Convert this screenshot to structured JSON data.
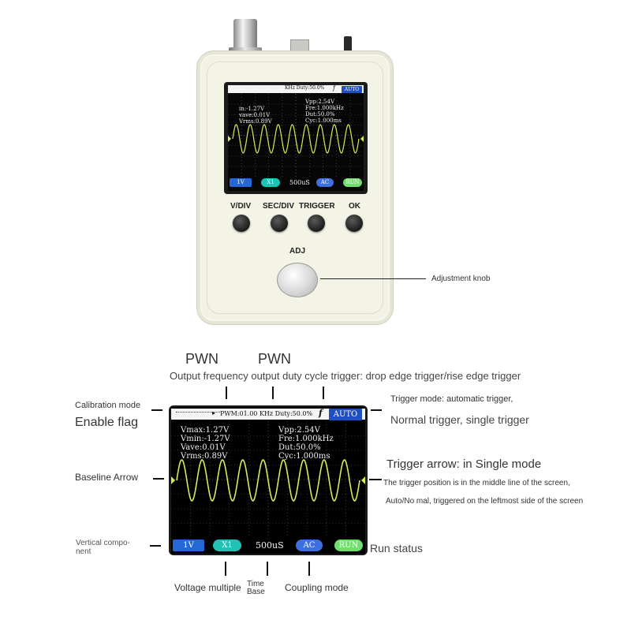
{
  "device": {
    "buttons": [
      {
        "label": "V/DIV",
        "name": "vdiv"
      },
      {
        "label": "SEC/DIV",
        "name": "secdiv"
      },
      {
        "label": "TRIGGER",
        "name": "trigger"
      },
      {
        "label": "OK",
        "name": "ok"
      }
    ],
    "adj_label": "ADJ",
    "knob_annotation": "Adjustment knob"
  },
  "small_screen": {
    "header_freq": "KHz Duty:50.0%",
    "f_mark": "f",
    "auto": "AUTO",
    "left_lines": [
      "in:-1.27V",
      "vave:0.01V",
      "Vrms:0.89V"
    ],
    "right_lines": [
      "Vpp:2.54V",
      "Fre:1.000kHz",
      "Dut:50.0%",
      "Cyc:1.000ms"
    ],
    "bottom": {
      "vdiv": "1V",
      "probe": "X1",
      "time": "500uS",
      "coupling": "AC",
      "run": "RUN"
    }
  },
  "screen": {
    "header": "PWM:01.00 KHz Duty:50.0%",
    "f_mark": "f",
    "auto": "AUTO",
    "left_lines": [
      "Vmax:1.27V",
      "Vmin:-1.27V",
      "Vave:0.01V",
      "Vrms:0.89V"
    ],
    "right_lines": [
      "Vpp:2.54V",
      "Fre:1.000kHz",
      "Dut:50.0%",
      "Cyc:1.000ms"
    ],
    "bottom": {
      "vdiv": "1V",
      "probe": "X1",
      "time": "500uS",
      "coupling": "AC",
      "run": "RUN"
    }
  },
  "labels": {
    "pwn_1": "PWN",
    "pwn_2": "PWN",
    "pwn_desc": "Output frequency output duty cycle trigger: drop edge trigger/rise edge trigger",
    "calibration_mode": "Calibration mode",
    "enable_flag": "Enable flag",
    "trigger_mode_1": "Trigger mode: automatic trigger,",
    "trigger_mode_2": "Normal trigger, single trigger",
    "baseline_arrow": "Baseline Arrow",
    "trigger_arrow": "Trigger arrow: in Single mode",
    "trigger_note_1": "The trigger position is in the middle line of the screen,",
    "trigger_note_2": "Auto/No mal, triggered on the leftmost side of the screen",
    "vertical_1": "Vertical compo-",
    "vertical_2": "nent",
    "run_status": "Run status",
    "voltage_multiple": "Voltage multiple",
    "time_base_1": "Time",
    "time_base_2": "Base",
    "coupling_mode": "Coupling mode"
  },
  "colors": {
    "trace": "#d8ea5a",
    "header_bar": "#f4f4f4",
    "auto_pill": "#1f4fc1",
    "vdiv_pill": "#2667d8",
    "probe_pill": "#1fc2b4",
    "coupling_pill": "#3d6fe0",
    "run_pill": "#6fe06b",
    "grid": "#5a5a5a"
  },
  "chart_data": {
    "type": "line",
    "signal": "sine",
    "frequency_khz": 1.0,
    "amplitude_v": 1.27,
    "vpp_v": 2.54,
    "time_per_div_us": 500,
    "volts_per_div": 1,
    "cycles_on_screen": 9
  }
}
